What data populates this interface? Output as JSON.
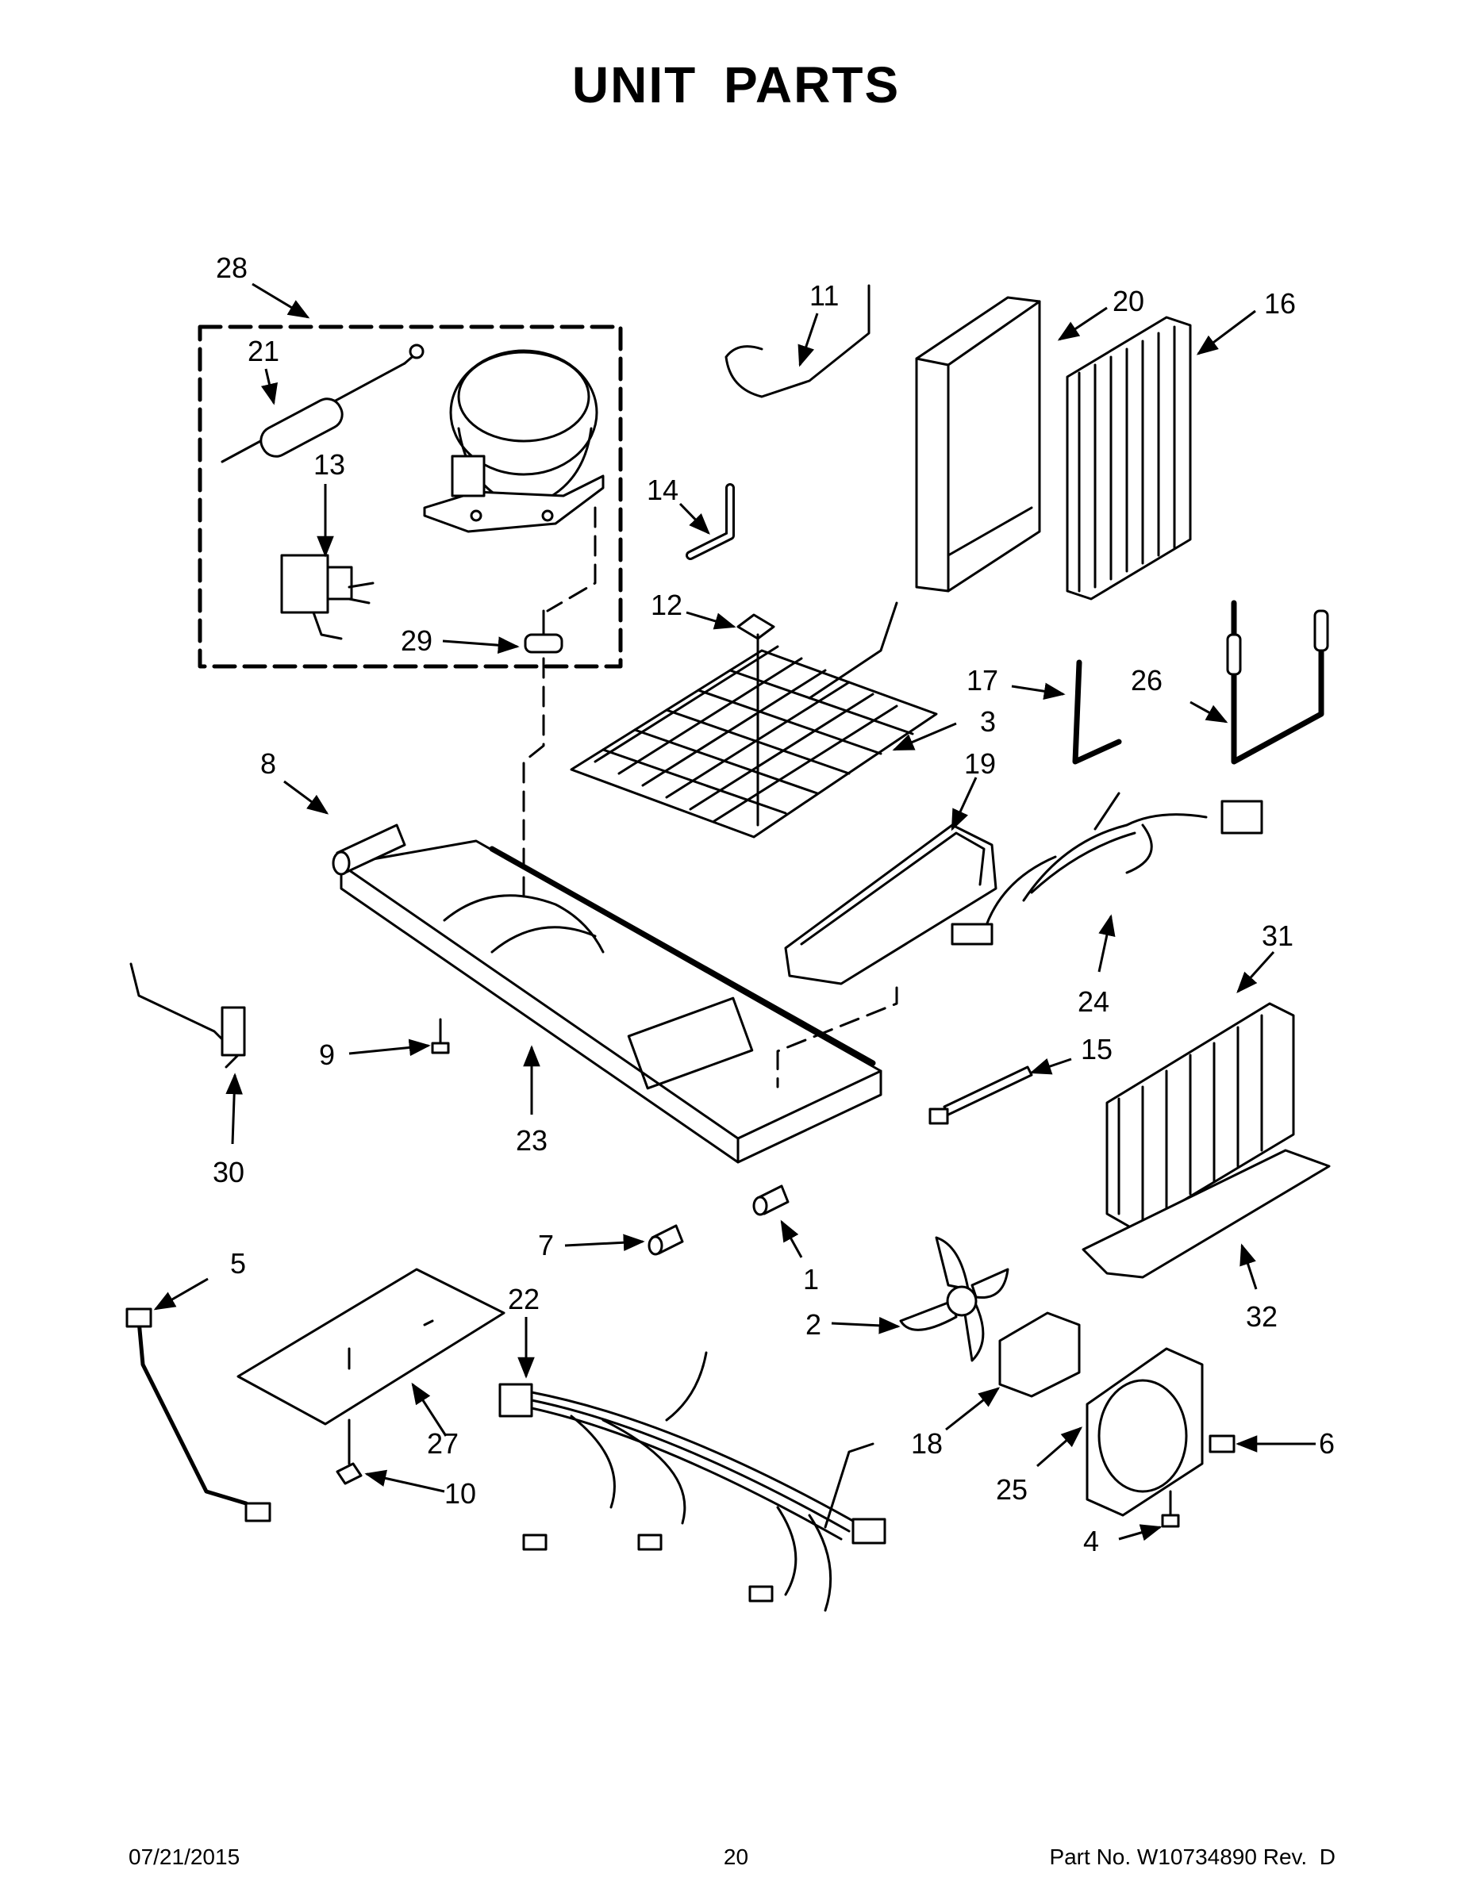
{
  "page": {
    "title": "UNIT  PARTS"
  },
  "callouts": {
    "n1": "1",
    "n2": "2",
    "n3": "3",
    "n4": "4",
    "n5": "5",
    "n6": "6",
    "n7": "7",
    "n8": "8",
    "n9": "9",
    "n10": "10",
    "n11": "11",
    "n12": "12",
    "n13": "13",
    "n14": "14",
    "n15": "15",
    "n16": "16",
    "n17": "17",
    "n18": "18",
    "n19": "19",
    "n20": "20",
    "n21": "21",
    "n22": "22",
    "n23": "23",
    "n24": "24",
    "n25": "25",
    "n26": "26",
    "n27": "27",
    "n28": "28",
    "n29": "29",
    "n30": "30",
    "n31": "31",
    "n32": "32"
  },
  "footer": {
    "date": "07/21/2015",
    "page_number": "20",
    "part_label": "Part No.",
    "part_number": "W10734890",
    "revision": "Rev.  D"
  }
}
